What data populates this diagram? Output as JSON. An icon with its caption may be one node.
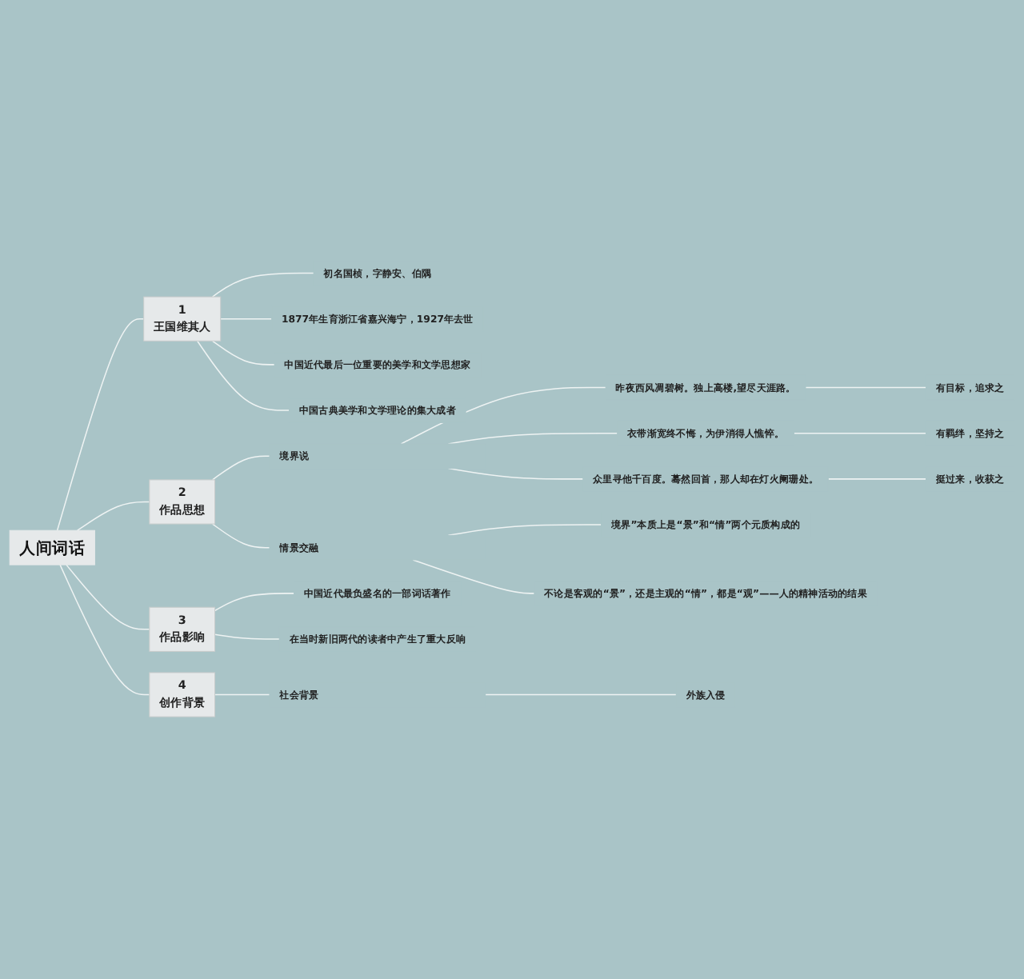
{
  "diagram": {
    "nodes": [
      {
        "text": [
          "人间词话"
        ]
      },
      {
        "text": [
          "1",
          "王国维其人"
        ]
      },
      {
        "text": [
          "初名国桢，字静安、伯隅"
        ]
      },
      {
        "text": [
          "1877年生育浙江省嘉兴海宁，1927年去世"
        ]
      },
      {
        "text": [
          "中国近代最后一位重要的美学和文学思想家"
        ]
      },
      {
        "text": [
          "中国古典美学和文学理论的集大成者"
        ]
      },
      {
        "text": [
          "2",
          "作品思想"
        ]
      },
      {
        "text": [
          "境界说"
        ]
      },
      {
        "text": [
          "昨夜西风凋碧树。独上高楼,望尽天涯路。"
        ]
      },
      {
        "text": [
          "有目标，追求之"
        ]
      },
      {
        "text": [
          "衣带渐宽终不悔，为伊消得人憔悴。"
        ]
      },
      {
        "text": [
          "有羁绊，坚持之"
        ]
      },
      {
        "text": [
          "众里寻他千百度。蓦然回首，那人却在灯火阑珊处。"
        ]
      },
      {
        "text": [
          "挺过来，收获之"
        ]
      },
      {
        "text": [
          "情景交融"
        ]
      },
      {
        "text": [
          "境界”本质上是“景”和“情”两个元质构成的"
        ]
      },
      {
        "text": [
          "不论是客观的“景”，还是主观的“情”，都是“观”——人的精神活动的结果"
        ]
      },
      {
        "text": [
          "3",
          "作品影响"
        ]
      },
      {
        "text": [
          "中国近代最负盛名的一部词话著作"
        ]
      },
      {
        "text": [
          "在当时新旧两代的读者中产生了重大反响"
        ]
      },
      {
        "text": [
          "4",
          "创作背景"
        ]
      },
      {
        "text": [
          "社会背景"
        ]
      },
      {
        "text": [
          "外族入侵"
        ]
      }
    ],
    "edges": [
      {
        "from": 0,
        "to": 1,
        "arrow": "none"
      },
      {
        "from": 1,
        "to": 2,
        "arrow": "none"
      },
      {
        "from": 1,
        "to": 3,
        "arrow": "none"
      },
      {
        "from": 1,
        "to": 4,
        "arrow": "none"
      },
      {
        "from": 1,
        "to": 5,
        "arrow": "none"
      },
      {
        "from": 0,
        "to": 6,
        "arrow": "none"
      },
      {
        "from": 6,
        "to": 7,
        "arrow": "none"
      },
      {
        "from": 7,
        "to": 8,
        "arrow": "none"
      },
      {
        "from": 8,
        "to": 9,
        "arrow": "none"
      },
      {
        "from": 7,
        "to": 10,
        "arrow": "none"
      },
      {
        "from": 10,
        "to": 11,
        "arrow": "none"
      },
      {
        "from": 7,
        "to": 12,
        "arrow": "none"
      },
      {
        "from": 12,
        "to": 13,
        "arrow": "none"
      },
      {
        "from": 6,
        "to": 14,
        "arrow": "none"
      },
      {
        "from": 14,
        "to": 15,
        "arrow": "none"
      },
      {
        "from": 14,
        "to": 16,
        "arrow": "none"
      },
      {
        "from": 0,
        "to": 17,
        "arrow": "none"
      },
      {
        "from": 17,
        "to": 18,
        "arrow": "none"
      },
      {
        "from": 17,
        "to": 19,
        "arrow": "none"
      },
      {
        "from": 0,
        "to": 20,
        "arrow": "none"
      },
      {
        "from": 20,
        "to": 21,
        "arrow": "none"
      },
      {
        "from": 21,
        "to": 22,
        "arrow": "none"
      }
    ]
  }
}
